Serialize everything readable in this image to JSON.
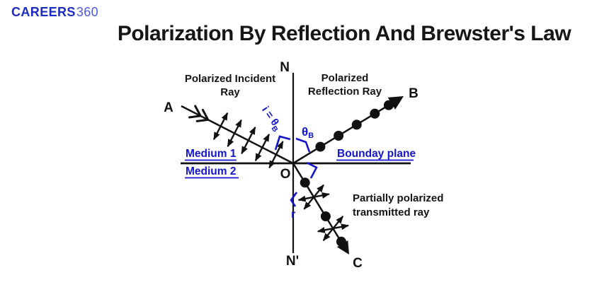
{
  "logo": {
    "brand": "CAREERS",
    "suffix": "360"
  },
  "title": "Polarization By Reflection And Brewster's Law",
  "diagram": {
    "normal_top": "N",
    "normal_bottom": "N'",
    "point_a": "A",
    "point_b": "B",
    "point_c": "C",
    "origin": "O",
    "incident_label_line1": "Polarized Incident",
    "incident_label_line2": "Ray",
    "reflection_label_line1": "Polarized",
    "reflection_label_line2": "Reflection Ray",
    "transmitted_label_line1": "Partially polarized",
    "transmitted_label_line2": "transmitted ray",
    "medium1": "Medium 1",
    "medium2": "Medium 2",
    "boundary": "Bounday plane",
    "incident_angle_prefix": "i = θ",
    "incident_angle_sub": "B",
    "reflection_angle_symbol": "θ",
    "reflection_angle_sub": "B",
    "refraction_angle": "r"
  },
  "colors": {
    "annotation_blue": "#1414cc",
    "logo_dark_blue": "#1c2bc4",
    "logo_light_blue": "#4d5ae2",
    "ink": "#141414",
    "background": "#ffffff"
  }
}
